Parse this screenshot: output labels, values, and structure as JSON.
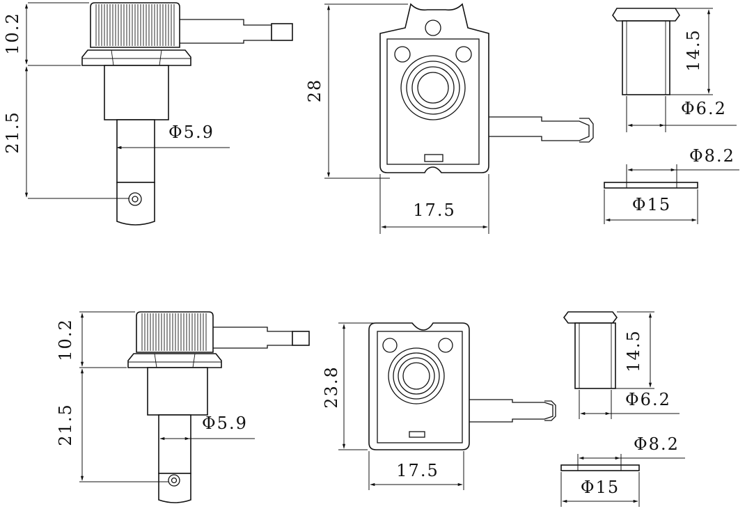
{
  "top_row": {
    "side_view": {
      "height_collar": "10.2",
      "height_body": "21.5",
      "shaft_diameter": "Φ5.9"
    },
    "front_view": {
      "height": "28",
      "width": "17.5"
    },
    "bushing": {
      "height": "14.5",
      "inner_diameter": "Φ6.2"
    },
    "washer": {
      "hole_diameter": "Φ8.2",
      "outer_diameter": "Φ15"
    }
  },
  "bottom_row": {
    "side_view": {
      "height_collar": "10.2",
      "height_body": "21.5",
      "shaft_diameter": "Φ5.9"
    },
    "front_view": {
      "height": "23.8",
      "width": "17.5"
    },
    "bushing": {
      "height": "14.5",
      "inner_diameter": "Φ6.2"
    },
    "washer": {
      "hole_diameter": "Φ8.2",
      "outer_diameter": "Φ15"
    }
  }
}
